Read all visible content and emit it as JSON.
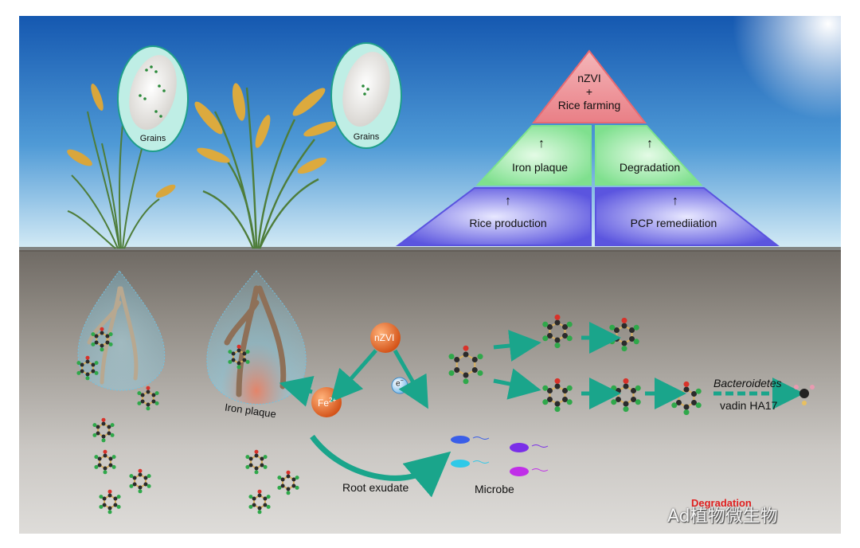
{
  "pyramid": {
    "top": [
      "nZVI",
      "+",
      "Rice farming"
    ],
    "middle": {
      "left": "Iron plaque",
      "right": "Degradation"
    },
    "bottom": {
      "left": "Rice production",
      "right": "PCP remediiation"
    },
    "arrow_glyph": "↑"
  },
  "grains": {
    "left_label": "Grains",
    "right_label": "Grains"
  },
  "labels": {
    "iron_plaque": "Iron plaque",
    "nzvi": "nZVI",
    "fe2_base": "Fe",
    "fe2_sup": "2+",
    "electron": "e",
    "electron_sup": "−",
    "root_exudate": "Root exudate",
    "microbe": "Microbe",
    "bacteroidetes": "Bacteroidetes",
    "vadin": "vadin HA17"
  },
  "watermark": {
    "text": "Ad植物微生物",
    "red_text": "Degradation"
  },
  "colors": {
    "sky_top": "#1a62b8",
    "sky_bottom": "#cfe6f3",
    "soil": "#8e8a84",
    "pyr_top": "#e88a8f",
    "pyr_mid": "#8ee89a",
    "pyr_bot": "#6b63e4",
    "arrow_teal": "#1aa58b",
    "nzvi_orange": "#e2672a"
  }
}
